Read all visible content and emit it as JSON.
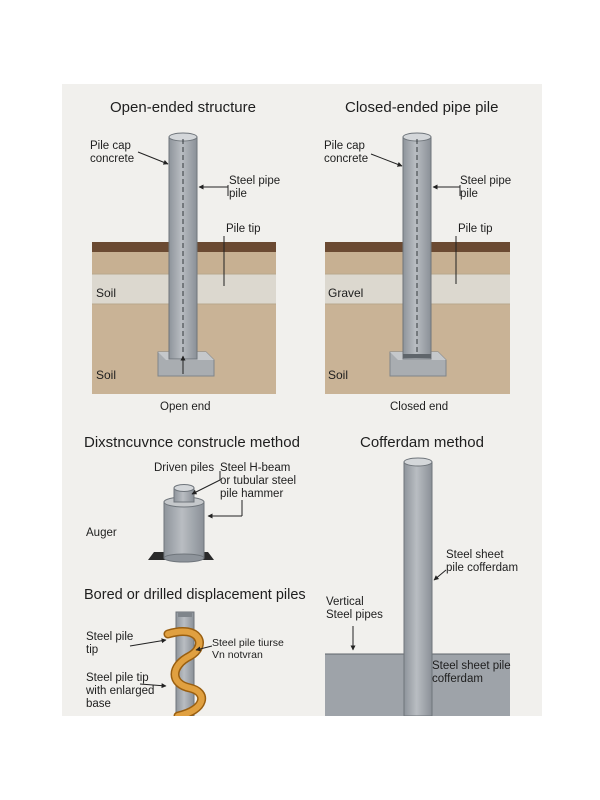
{
  "colors": {
    "background": "#f1f0ed",
    "pipe": "#a3a8ae",
    "topsoil": "#6b4a32",
    "soil": "#c7b092",
    "gravel": "#dcd8cf",
    "concrete": "#a9adb1",
    "sheet_pile": "#9ea3a9",
    "helix": "#d9931f"
  },
  "panels": {
    "open_ended": {
      "title": "Open-ended structure",
      "pile_cap_label": "Pile cap\nconcrete",
      "steel_pipe_label": "Steel pipe\npile",
      "pile_tip_label": "Pile tip",
      "layer_1": "Soil",
      "layer_2": "Soil",
      "caption": "Open end"
    },
    "closed_ended": {
      "title": "Closed-ended pipe pile",
      "pile_cap_label": "Pile cap\nconcrete",
      "steel_pipe_label": "Steel pipe\npile",
      "pile_tip_label": "Pile tip",
      "layer_1": "Gravel",
      "layer_2": "Soil",
      "caption": "Closed end"
    },
    "displacement": {
      "title": "Dixstncuvnce construcle method",
      "driven_label": "Driven piles",
      "hammer_label": "Steel H-beam\nor tubular steel\npile hammer",
      "auger_label": "Auger"
    },
    "cofferdam": {
      "title": "Cofferdam method",
      "sheet_pile_label": "Steel sheet\npile cofferdam",
      "vertical_label": "Vertical\nSteel pipes",
      "sheet_pile_label_2": "Steel sheet pile\ncofferdam"
    },
    "bored": {
      "title": "Bored or drilled displacement piles",
      "tip_label": "Steel pile\ntip",
      "enlarged_label": "Steel pile tip\nwith enlarged\nbase",
      "helix_label": "Steel pile tiurse\nVn notvran"
    }
  }
}
